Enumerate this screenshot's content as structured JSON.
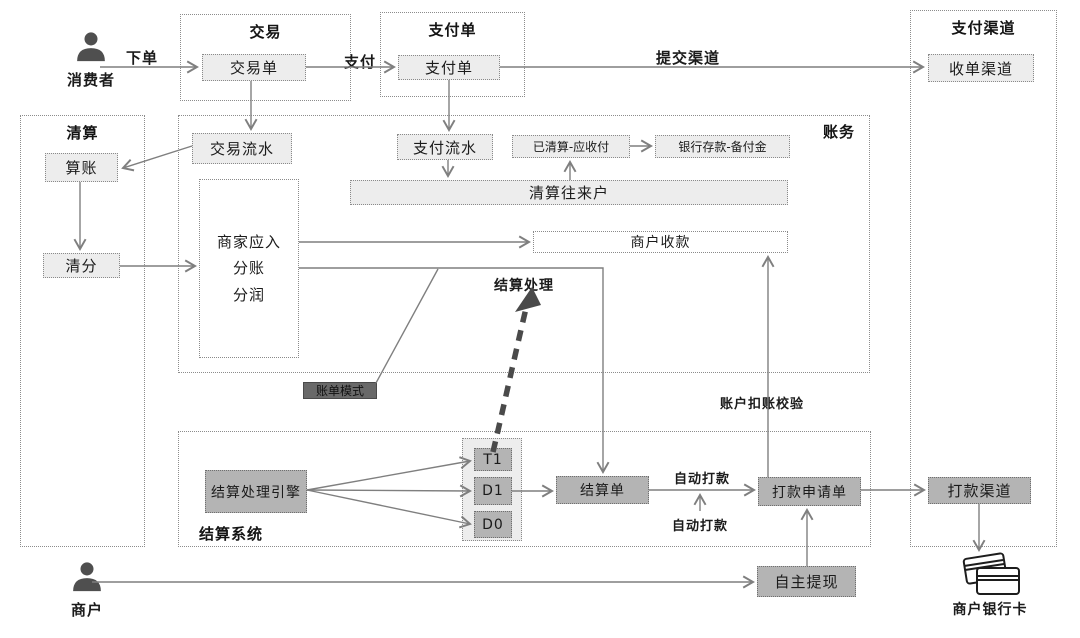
{
  "colors": {
    "light_fill": "#ededed",
    "gray_fill": "#b4b4b4",
    "dark_fill": "#696969",
    "dotted_border": "#8a8a8a",
    "line": "#7f7f7f",
    "dashed_arrow": "#4a4a4a",
    "text": "#1b1b1b"
  },
  "containers": {
    "trade": {
      "title": "交易"
    },
    "payment_bill": {
      "title": "支付单"
    },
    "payment_channel": {
      "title": "支付渠道"
    },
    "clearing": {
      "title": "清算"
    },
    "accounting": {
      "title": "账务"
    },
    "settlement_system": {
      "title": "结算系统"
    }
  },
  "actors": {
    "consumer": {
      "label": "消费者"
    },
    "merchant": {
      "label": "商户"
    },
    "merchant_bank_card": {
      "label": "商户银行卡"
    }
  },
  "nodes": {
    "trade_order": {
      "label": "交易单"
    },
    "payment_order": {
      "label": "支付单"
    },
    "acquiring_channel": {
      "label": "收单渠道"
    },
    "trade_flow": {
      "label": "交易流水"
    },
    "payment_flow": {
      "label": "支付流水"
    },
    "cleared_payable": {
      "label": "已清算-应收付"
    },
    "bank_reserve": {
      "label": "银行存款-备付金"
    },
    "clearing_account": {
      "label": "清算往来户"
    },
    "reconcile": {
      "label": "算账"
    },
    "clear_split": {
      "label": "清分"
    },
    "merchant_due": {
      "lines": [
        "商家应入",
        "分账",
        "分润"
      ]
    },
    "merchant_receipt": {
      "label": "商户收款"
    },
    "bill_mode": {
      "label": "账单模式"
    },
    "settle_engine": {
      "label": "结算处理引擎"
    },
    "t1": {
      "label": "T1"
    },
    "d1": {
      "label": "D1"
    },
    "d0": {
      "label": "D0"
    },
    "settlement_order": {
      "label": "结算单"
    },
    "payout_request": {
      "label": "打款申请单"
    },
    "payout_channel": {
      "label": "打款渠道"
    },
    "self_withdraw": {
      "label": "自主提现"
    }
  },
  "edge_labels": {
    "place_order": "下单",
    "pay": "支付",
    "submit_channel": "提交渠道",
    "settle_process": "结算处理",
    "account_debit_check": "账户扣账校验",
    "auto_payout_top": "自动打款",
    "auto_payout_bottom": "自动打款"
  }
}
